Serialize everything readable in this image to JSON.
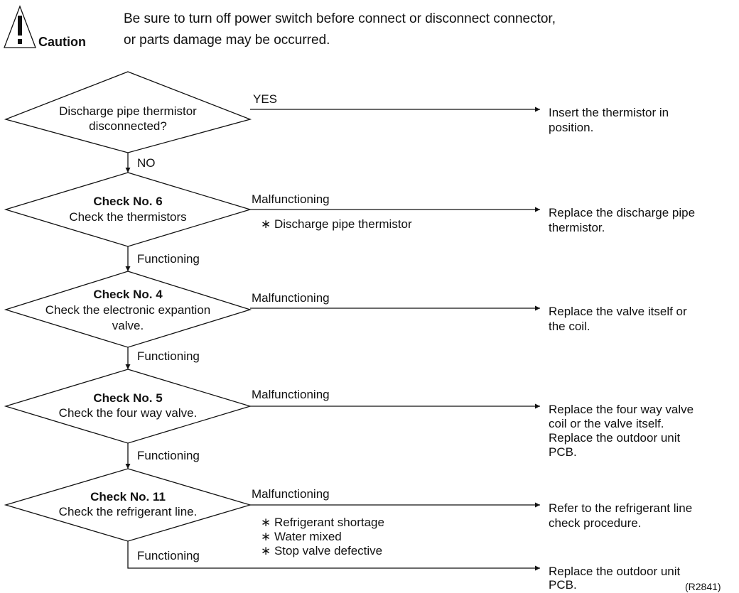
{
  "caution": {
    "label": "Caution",
    "line1": "Be sure to turn off power switch before connect or disconnect connector,",
    "line2": "or parts damage may be occurred."
  },
  "decisions": [
    {
      "check": "",
      "lines": [
        "Discharge pipe thermistor",
        "disconnected?"
      ]
    },
    {
      "check": "Check No. 6",
      "lines": [
        "Check the thermistors"
      ]
    },
    {
      "check": "Check No. 4",
      "lines": [
        "Check the electronic expantion",
        "valve."
      ]
    },
    {
      "check": "Check No. 5",
      "lines": [
        "Check the four way valve."
      ]
    },
    {
      "check": "Check No. 11",
      "lines": [
        "Check the refrigerant line."
      ]
    }
  ],
  "branches": {
    "yes": "YES",
    "no": "NO",
    "malfunctioning": "Malfunctioning",
    "functioning": "Functioning"
  },
  "notes": {
    "thermistor": "∗ Discharge pipe thermistor",
    "refrigerant": [
      "∗ Refrigerant shortage",
      "∗ Water mixed",
      "∗ Stop valve defective"
    ]
  },
  "results": [
    [
      "Insert the thermistor in",
      "position."
    ],
    [
      "Replace the discharge pipe",
      "thermistor."
    ],
    [
      "Replace the valve itself or",
      "the coil."
    ],
    [
      "Replace the four way valve",
      "coil or the valve itself.",
      "Replace the outdoor unit",
      "PCB."
    ],
    [
      "Refer to the refrigerant line",
      "check procedure."
    ],
    [
      "Replace the outdoor unit",
      "PCB."
    ]
  ],
  "figure_ref": "(R2841)"
}
